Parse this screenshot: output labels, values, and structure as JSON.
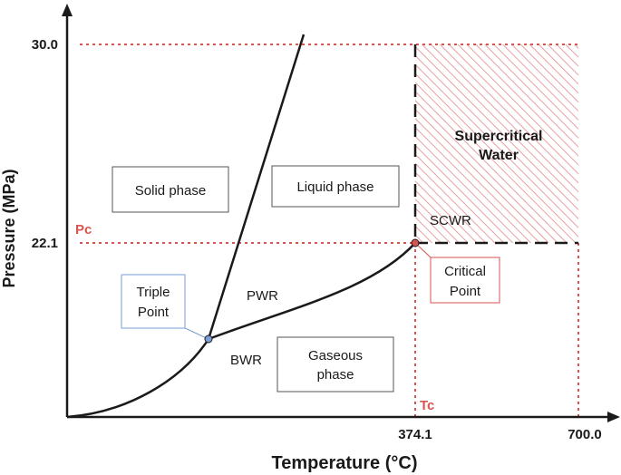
{
  "axes": {
    "y_label": "Pressure (MPa)",
    "x_label": "Temperature (°C)",
    "y_ticks": [
      "30.0",
      "22.1"
    ],
    "x_ticks": [
      "374.1",
      "700.0"
    ],
    "pc_label": "Pc",
    "tc_label": "Tc"
  },
  "regions": {
    "solid": "Solid phase",
    "liquid": "Liquid phase",
    "gaseous_line1": "Gaseous",
    "gaseous_line2": "phase",
    "supercritical_line1": "Supercritical",
    "supercritical_line2": "Water"
  },
  "points": {
    "triple_line1": "Triple",
    "triple_line2": "Point",
    "critical_line1": "Critical",
    "critical_line2": "Point"
  },
  "reactors": {
    "scwr": "SCWR",
    "pwr": "PWR",
    "bwr": "BWR"
  },
  "colors": {
    "reference_red": "#d9534f",
    "triple_point_blue": "#7a9fd4",
    "hatch_red": "#e8a0a0",
    "line": "#1a1a1a"
  }
}
